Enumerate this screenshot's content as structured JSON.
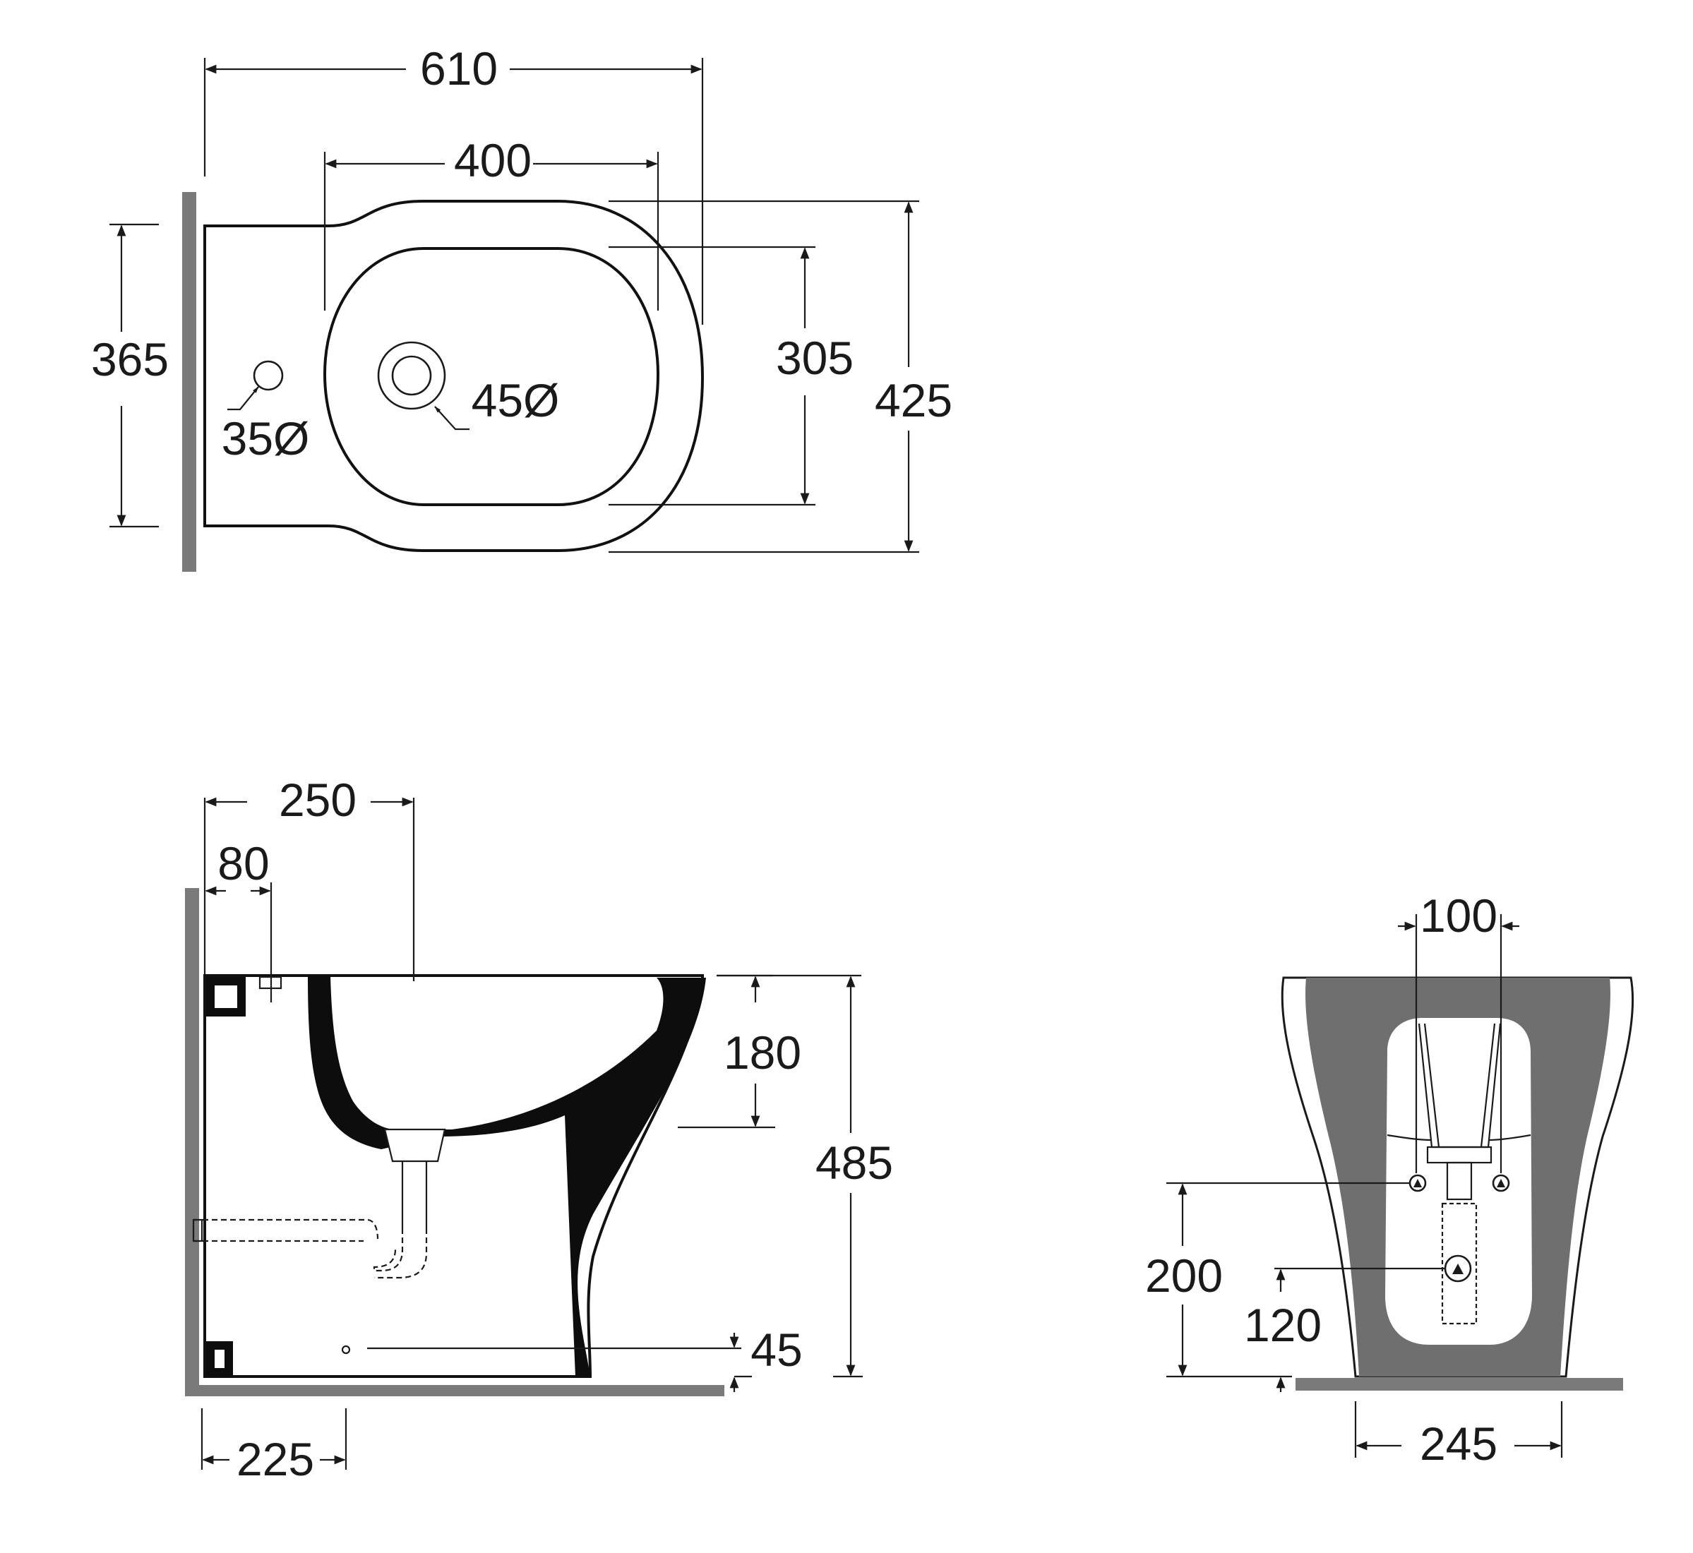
{
  "top_view": {
    "overall_width": "610",
    "bowl_width": "400",
    "wall_depth": "365",
    "bowl_depth": "305",
    "overall_depth": "425",
    "tap_hole": "35Ø",
    "waste_hole": "45Ø"
  },
  "side_view": {
    "tap_hole_offset": "250",
    "wall_to_rim_edge": "80",
    "rim_to_waste": "180",
    "overall_height": "485",
    "floor_offset": "45",
    "pipe_offset": "225"
  },
  "front_view": {
    "fixing_spacing": "100",
    "fixing_height": "200",
    "waste_height": "120",
    "base_width": "245"
  },
  "colors": {
    "line": "#1a1a1a",
    "wall": "#7a7a7a",
    "body_fill": "#6f6f6f",
    "solid_fill": "#0d0d0d"
  }
}
